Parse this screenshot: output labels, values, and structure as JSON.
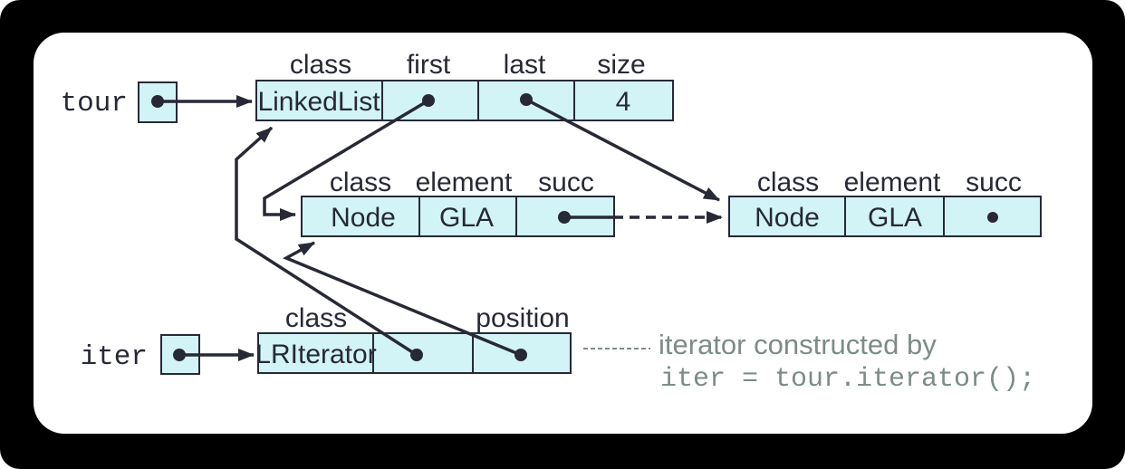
{
  "colors": {
    "background": "#000000",
    "panel": "#ffffff",
    "cell_fill": "#d2f4f6",
    "ink": "#272936",
    "legend_text": "#7d8c85"
  },
  "variables": {
    "tour": "tour",
    "iter": "iter"
  },
  "linked_list": {
    "headers": [
      "class",
      "first",
      "last",
      "size"
    ],
    "class_value": "LinkedList",
    "size_value": "4"
  },
  "node1": {
    "headers": [
      "class",
      "element",
      "succ"
    ],
    "class_value": "Node",
    "element_value": "GLA"
  },
  "node2": {
    "headers": [
      "class",
      "element",
      "succ"
    ],
    "class_value": "Node",
    "element_value": "GLA"
  },
  "iterator": {
    "headers": [
      "class",
      "position"
    ],
    "class_value": "LRIterator"
  },
  "legend": {
    "line1": "iterator constructed by",
    "line2": "iter = tour.iterator();"
  }
}
